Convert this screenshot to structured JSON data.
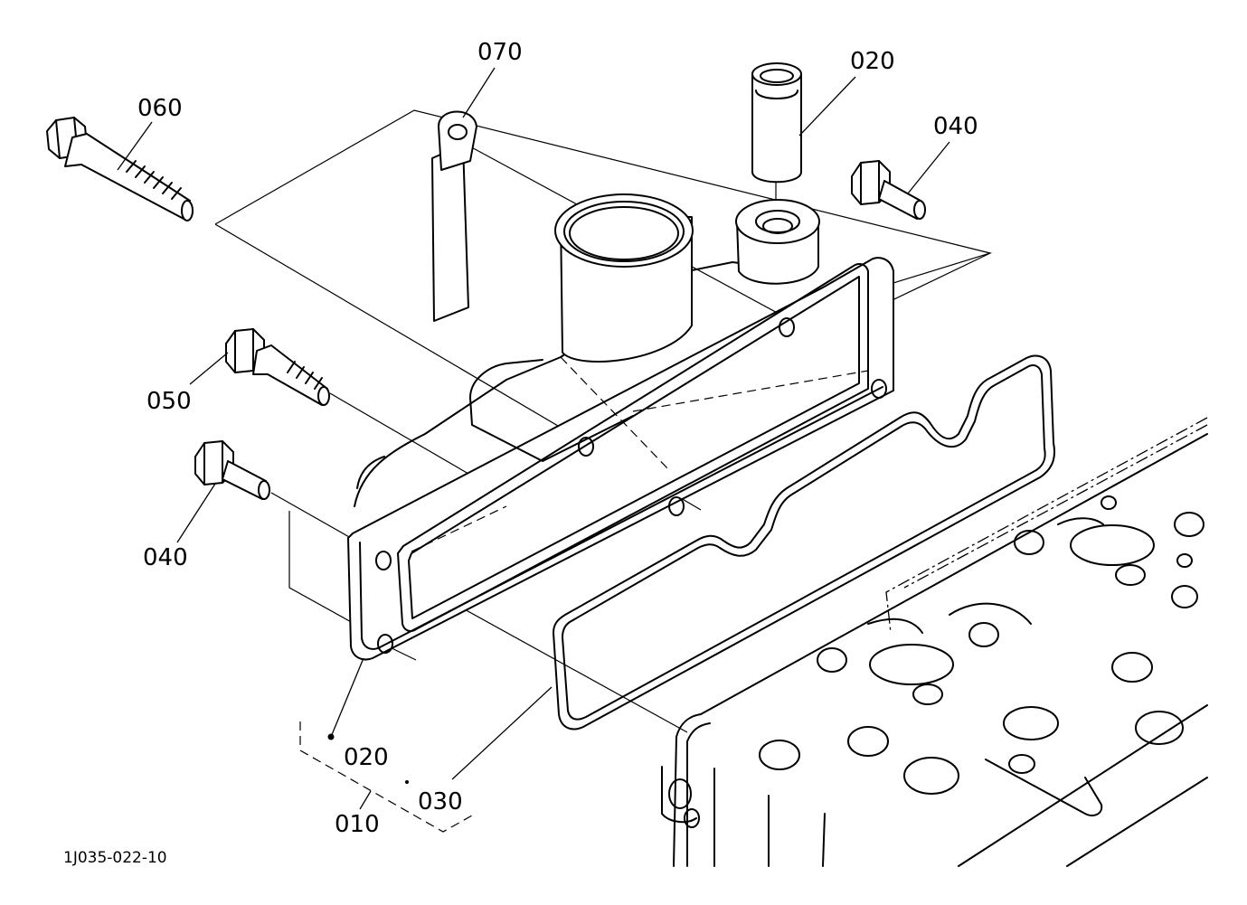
{
  "drawing_code": "1J035-022-10",
  "parts": [
    {
      "id": "p070",
      "label": "070"
    },
    {
      "id": "p020-top",
      "label": "020"
    },
    {
      "id": "p060",
      "label": "060"
    },
    {
      "id": "p040-top",
      "label": "040"
    },
    {
      "id": "p050",
      "label": "050"
    },
    {
      "id": "p040-bottom",
      "label": "040"
    },
    {
      "id": "p020-bottom",
      "label": "020"
    },
    {
      "id": "p030",
      "label": "030"
    },
    {
      "id": "p010",
      "label": "010"
    }
  ]
}
